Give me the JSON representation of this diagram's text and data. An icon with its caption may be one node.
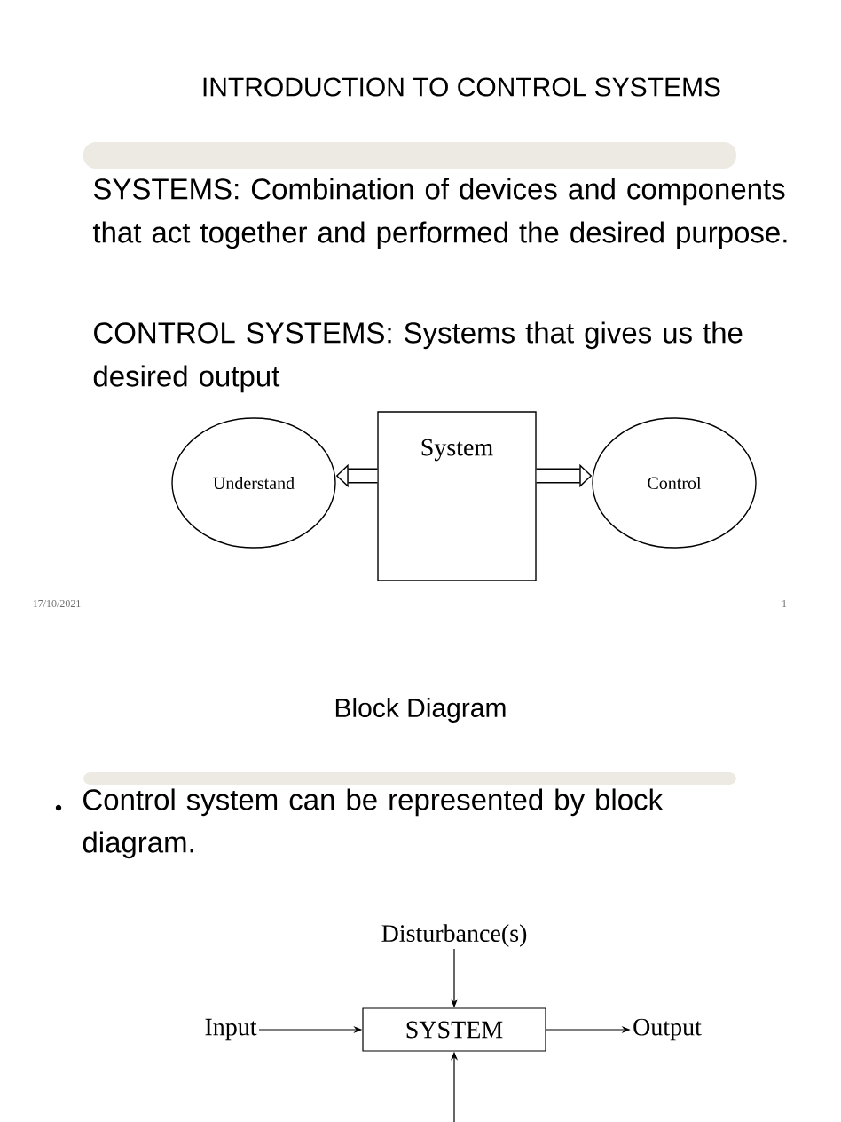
{
  "diagram": {
    "title": "INTRODUCTION TO CONTROL SYSTEMS",
    "nodes": [
      {
        "text": [
          "Understand"
        ]
      },
      {
        "text": [
          "System"
        ]
      },
      {
        "text": [
          "Control"
        ]
      },
      {
        "text": [
          "Disturbance(s)"
        ]
      },
      {
        "text": [
          "Input"
        ]
      },
      {
        "text": [
          "SYSTEM"
        ]
      },
      {
        "text": [
          "Output"
        ]
      }
    ],
    "edges": [
      {
        "from": 1,
        "to": 0,
        "arrow": "to",
        "style": "thick"
      },
      {
        "from": 1,
        "to": 2,
        "arrow": "to",
        "style": "thick"
      },
      {
        "from": 3,
        "to": 5,
        "arrow": "to"
      },
      {
        "from": 4,
        "to": 5,
        "arrow": "to"
      },
      {
        "from": 5,
        "to": 6,
        "arrow": "to"
      },
      {
        "from": null,
        "to": 5,
        "arrow": "to"
      }
    ],
    "labels": [
      "SYSTEMS: Combination of devices and components that act together and performed the desired purpose.",
      "CONTROL SYSTEMS: Systems that gives us the desired output",
      "17/10/2021",
      "1",
      "Block Diagram",
      "Control system can be represented by block diagram."
    ]
  }
}
